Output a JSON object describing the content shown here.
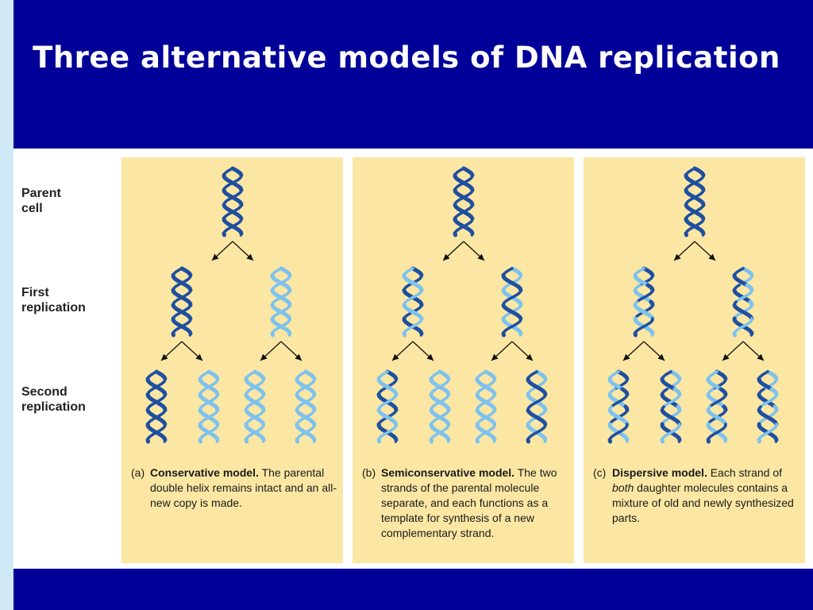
{
  "title": "Three alternative models of DNA replication",
  "row_labels": {
    "parent": "Parent\ncell",
    "first": "First\nreplication",
    "second": "Second\nreplication"
  },
  "colors": {
    "old_strand": "#1f4fa0",
    "new_strand": "#7ec2ee"
  },
  "panels": [
    {
      "letter": "(a)",
      "title": "Conservative model.",
      "text_before": " The parental double helix remains intact and an all-new copy is made.",
      "emphasis": "",
      "text_after": "",
      "patterns": {
        "parent": [
          "DD"
        ],
        "first": [
          "DD",
          "LL"
        ],
        "second": [
          "DD",
          "LL",
          "LL",
          "LL"
        ]
      }
    },
    {
      "letter": "(b)",
      "title": "Semiconservative model.",
      "text_before": " The two strands of the parental molecule separate, and each functions as a template for synthesis of a new complementary strand.",
      "emphasis": "",
      "text_after": "",
      "patterns": {
        "parent": [
          "DD"
        ],
        "first": [
          "DL",
          "LD"
        ],
        "second": [
          "DL",
          "LL",
          "LL",
          "LD"
        ]
      }
    },
    {
      "letter": "(c)",
      "title": "Dispersive model.",
      "text_before": " Each strand of ",
      "emphasis": "both",
      "text_after": " daughter molecules contains a mixture of old and newly synthesized parts.",
      "patterns": {
        "parent": [
          "DD"
        ],
        "first": [
          "MX",
          "XM"
        ],
        "second": [
          "MX",
          "XM",
          "MX",
          "XM"
        ]
      }
    }
  ]
}
